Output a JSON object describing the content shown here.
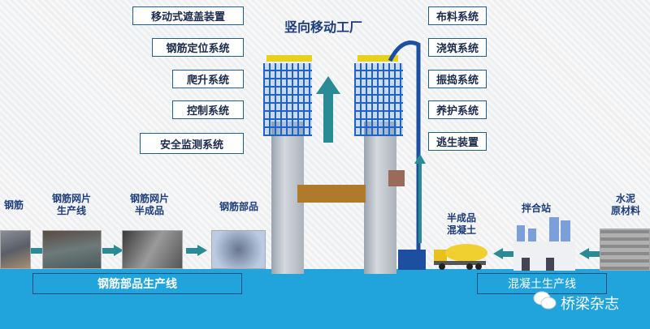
{
  "title": "竖向移动工厂",
  "left_systems": [
    "移动式遮盖装置",
    "钢筋定位系统",
    "爬升系统",
    "控制系统",
    "安全监测系统"
  ],
  "right_systems": [
    "布料系统",
    "浇筑系统",
    "振捣系统",
    "养护系统",
    "逃生装置"
  ],
  "rebar_steps": [
    {
      "label": "钢筋"
    },
    {
      "label": "钢筋网片\n生产线"
    },
    {
      "label": "钢筋网片\n半成品"
    },
    {
      "label": "钢筋部品"
    }
  ],
  "concrete_steps": [
    {
      "label": "半成品\n混凝土"
    },
    {
      "label": "拌合站"
    },
    {
      "label": "水泥\n原材料"
    }
  ],
  "rebar_line_label": "钢筋部品生产线",
  "concrete_line_label": "混凝土生产线",
  "watermark": "桥梁杂志",
  "colors": {
    "ground": "#21a3dc",
    "arrow": "#2a8a95",
    "text": "#1d3d7a"
  }
}
